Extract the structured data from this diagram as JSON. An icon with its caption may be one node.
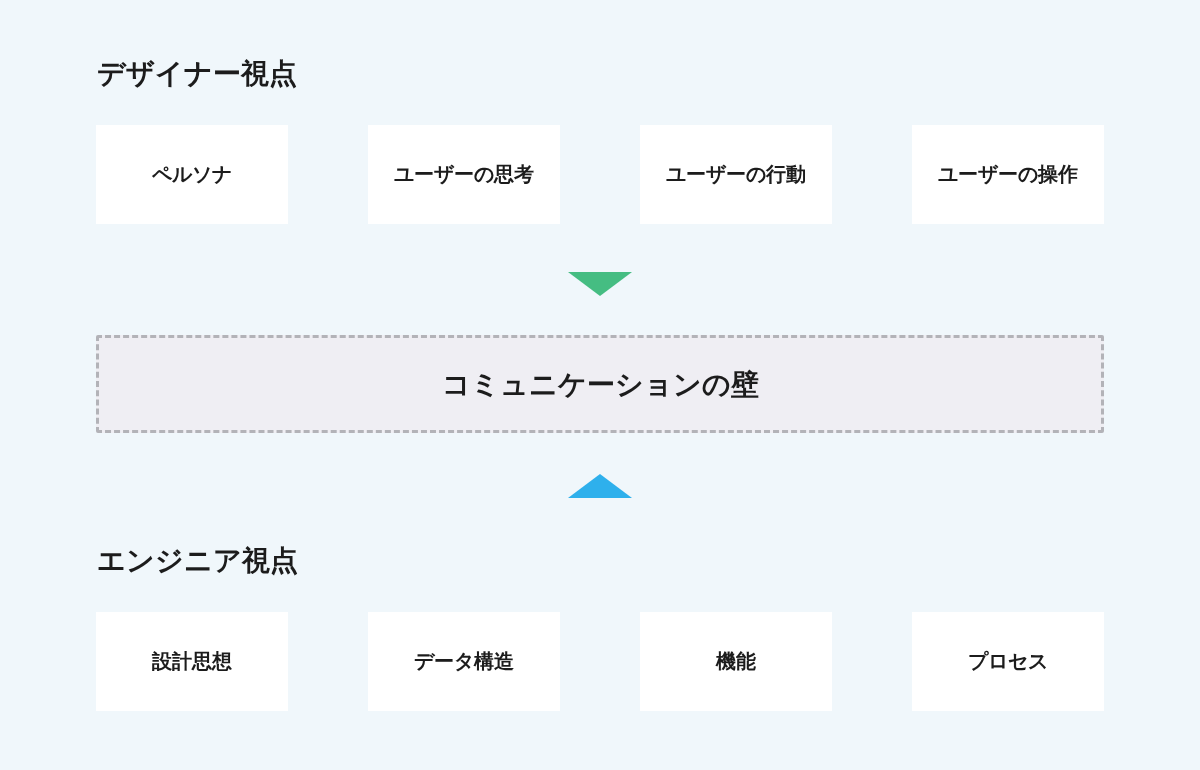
{
  "diagram": {
    "nodes": [
      {
        "text": [
          "ペルソナ"
        ]
      },
      {
        "text": [
          "ユーザーの思考"
        ]
      },
      {
        "text": [
          "ユーザーの行動"
        ]
      },
      {
        "text": [
          "ユーザーの操作"
        ]
      },
      {
        "text": [
          "コミュニケーションの壁"
        ]
      },
      {
        "text": [
          "設計思想"
        ]
      },
      {
        "text": [
          "データ構造"
        ]
      },
      {
        "text": [
          "機能"
        ]
      },
      {
        "text": [
          "プロセス"
        ]
      }
    ],
    "labels": [
      "デザイナー視点",
      "エンジニア視点"
    ]
  }
}
